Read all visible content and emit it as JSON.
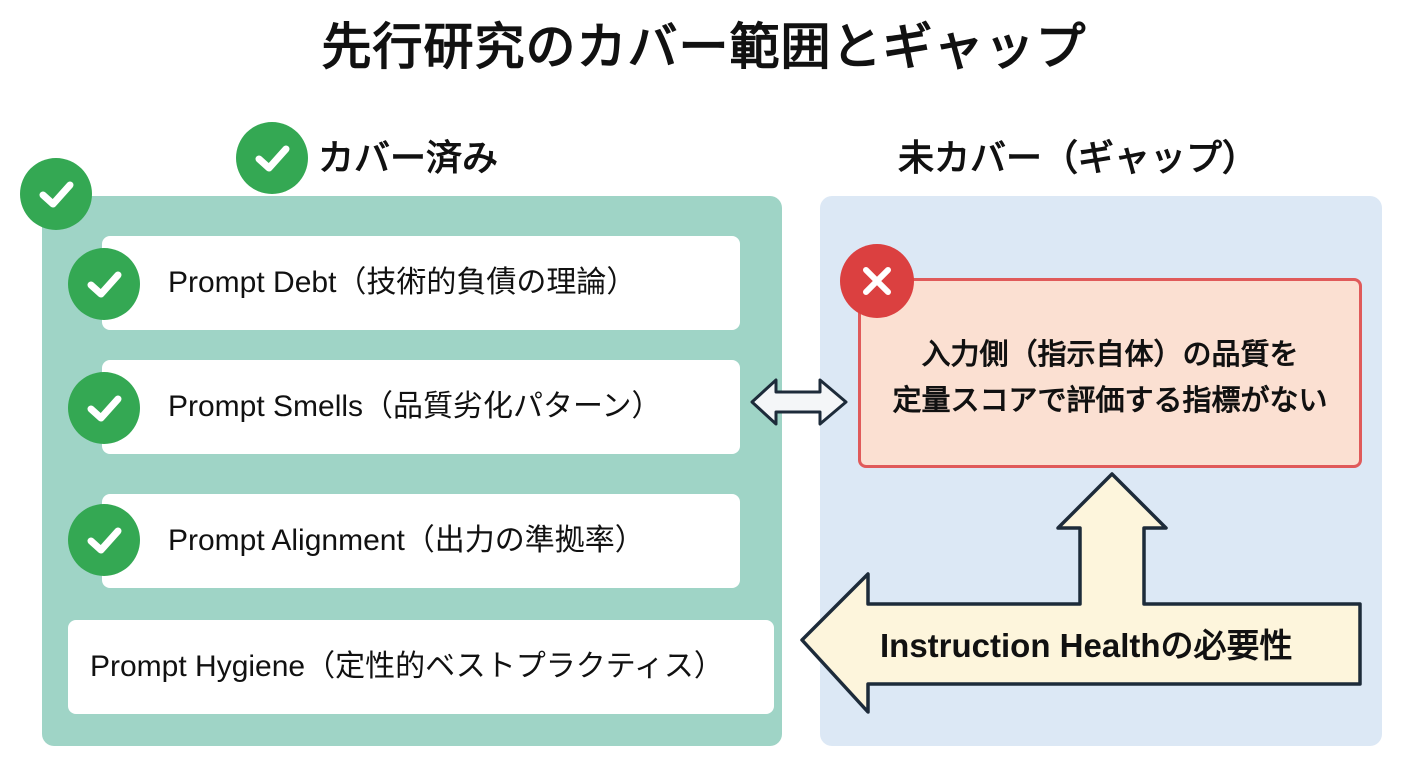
{
  "title": "先行研究のカバー範囲とギャップ",
  "covered": {
    "heading": "カバー済み",
    "items": [
      {
        "label": "Prompt Debt（技術的負債の理論）",
        "checked": true
      },
      {
        "label": "Prompt Smells（品質劣化パターン）",
        "checked": true
      },
      {
        "label": "Prompt Alignment（出力の準拠率）",
        "checked": true
      },
      {
        "label": "Prompt Hygiene（定性的ベストプラクティス）",
        "checked": false
      }
    ]
  },
  "gap": {
    "heading": "未カバー（ギャップ）",
    "text_line1": "入力側（指示自体）の品質を",
    "text_line2": "定量スコアで評価する指標がない",
    "conclusion": "Instruction Healthの必要性"
  },
  "colors": {
    "covered_panel": "#9fd4c6",
    "gap_panel": "#dce8f5",
    "check": "#34a853",
    "cross": "#db4040",
    "gap_box_fill": "#fbe0d2",
    "gap_box_border": "#e05a5a",
    "arrow_fill": "#fdf5dc"
  },
  "icons": {
    "check": "check-icon",
    "cross": "cross-icon",
    "double_arrow": "double-arrow-icon",
    "arrow": "arrow-icon"
  }
}
